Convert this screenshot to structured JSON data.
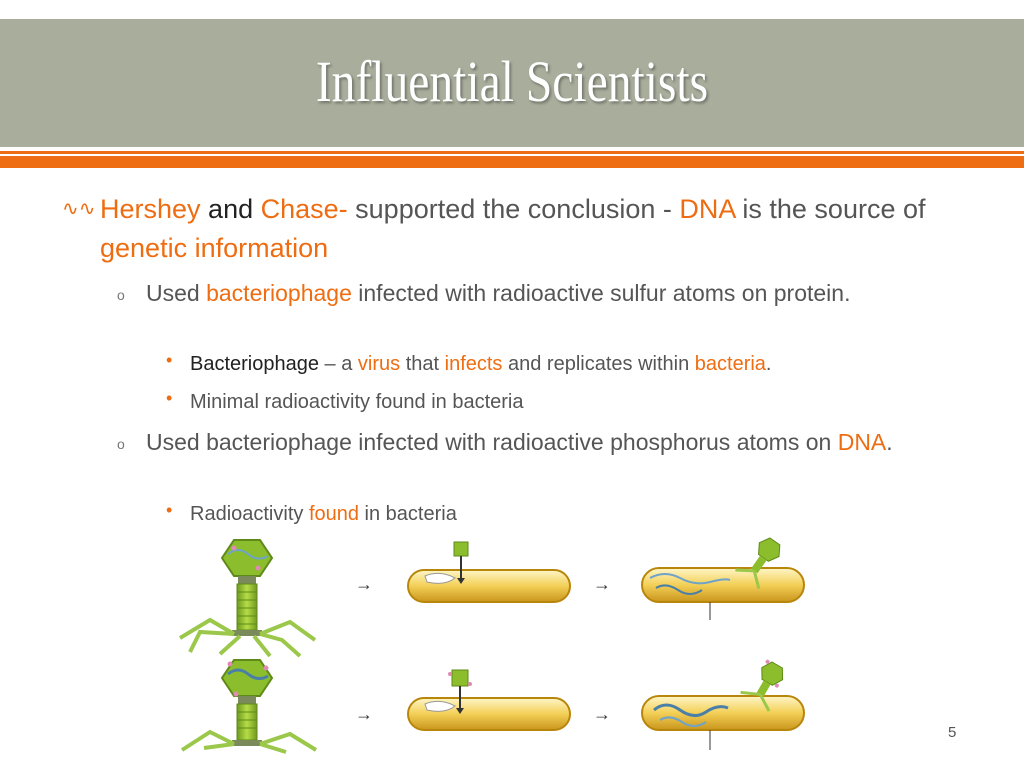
{
  "slide": {
    "title": "Influential Scientists",
    "page_number": "5",
    "accent_color": "#ef6d12",
    "title_bar_color": "#a9ad9c"
  },
  "bullet1": {
    "icon": "swirl-bullet-icon",
    "hershey": "Hershey",
    "and": " and ",
    "chase": "Chase",
    "dash": "-",
    "text1": " supported the conclusion - ",
    "dna": "DNA",
    "text2": " is the source of ",
    "genetic": "genetic information"
  },
  "sub1": {
    "bullet": "o",
    "used": "Used ",
    "bacteriophage": "bacteriophage",
    "rest": " infected with radioactive sulfur atoms on protein."
  },
  "sub1_items": {
    "item1_term": "Bacteriophage",
    "item1_a": " – a ",
    "item1_virus": "virus",
    "item1_b": " that ",
    "item1_infects": "infects",
    "item1_c": " and replicates within ",
    "item1_bacteria": "bacteria",
    "item1_end": ".",
    "item2": "Minimal radioactivity found in bacteria"
  },
  "sub2": {
    "bullet": "o",
    "text": "Used bacteriophage infected with radioactive phosphorus atoms on ",
    "dna": "DNA",
    "end": "."
  },
  "sub2_items": {
    "item1_a": "Radioactivity ",
    "item1_found": "found",
    "item1_b": " in bacteria"
  },
  "bullet_dot": "•"
}
